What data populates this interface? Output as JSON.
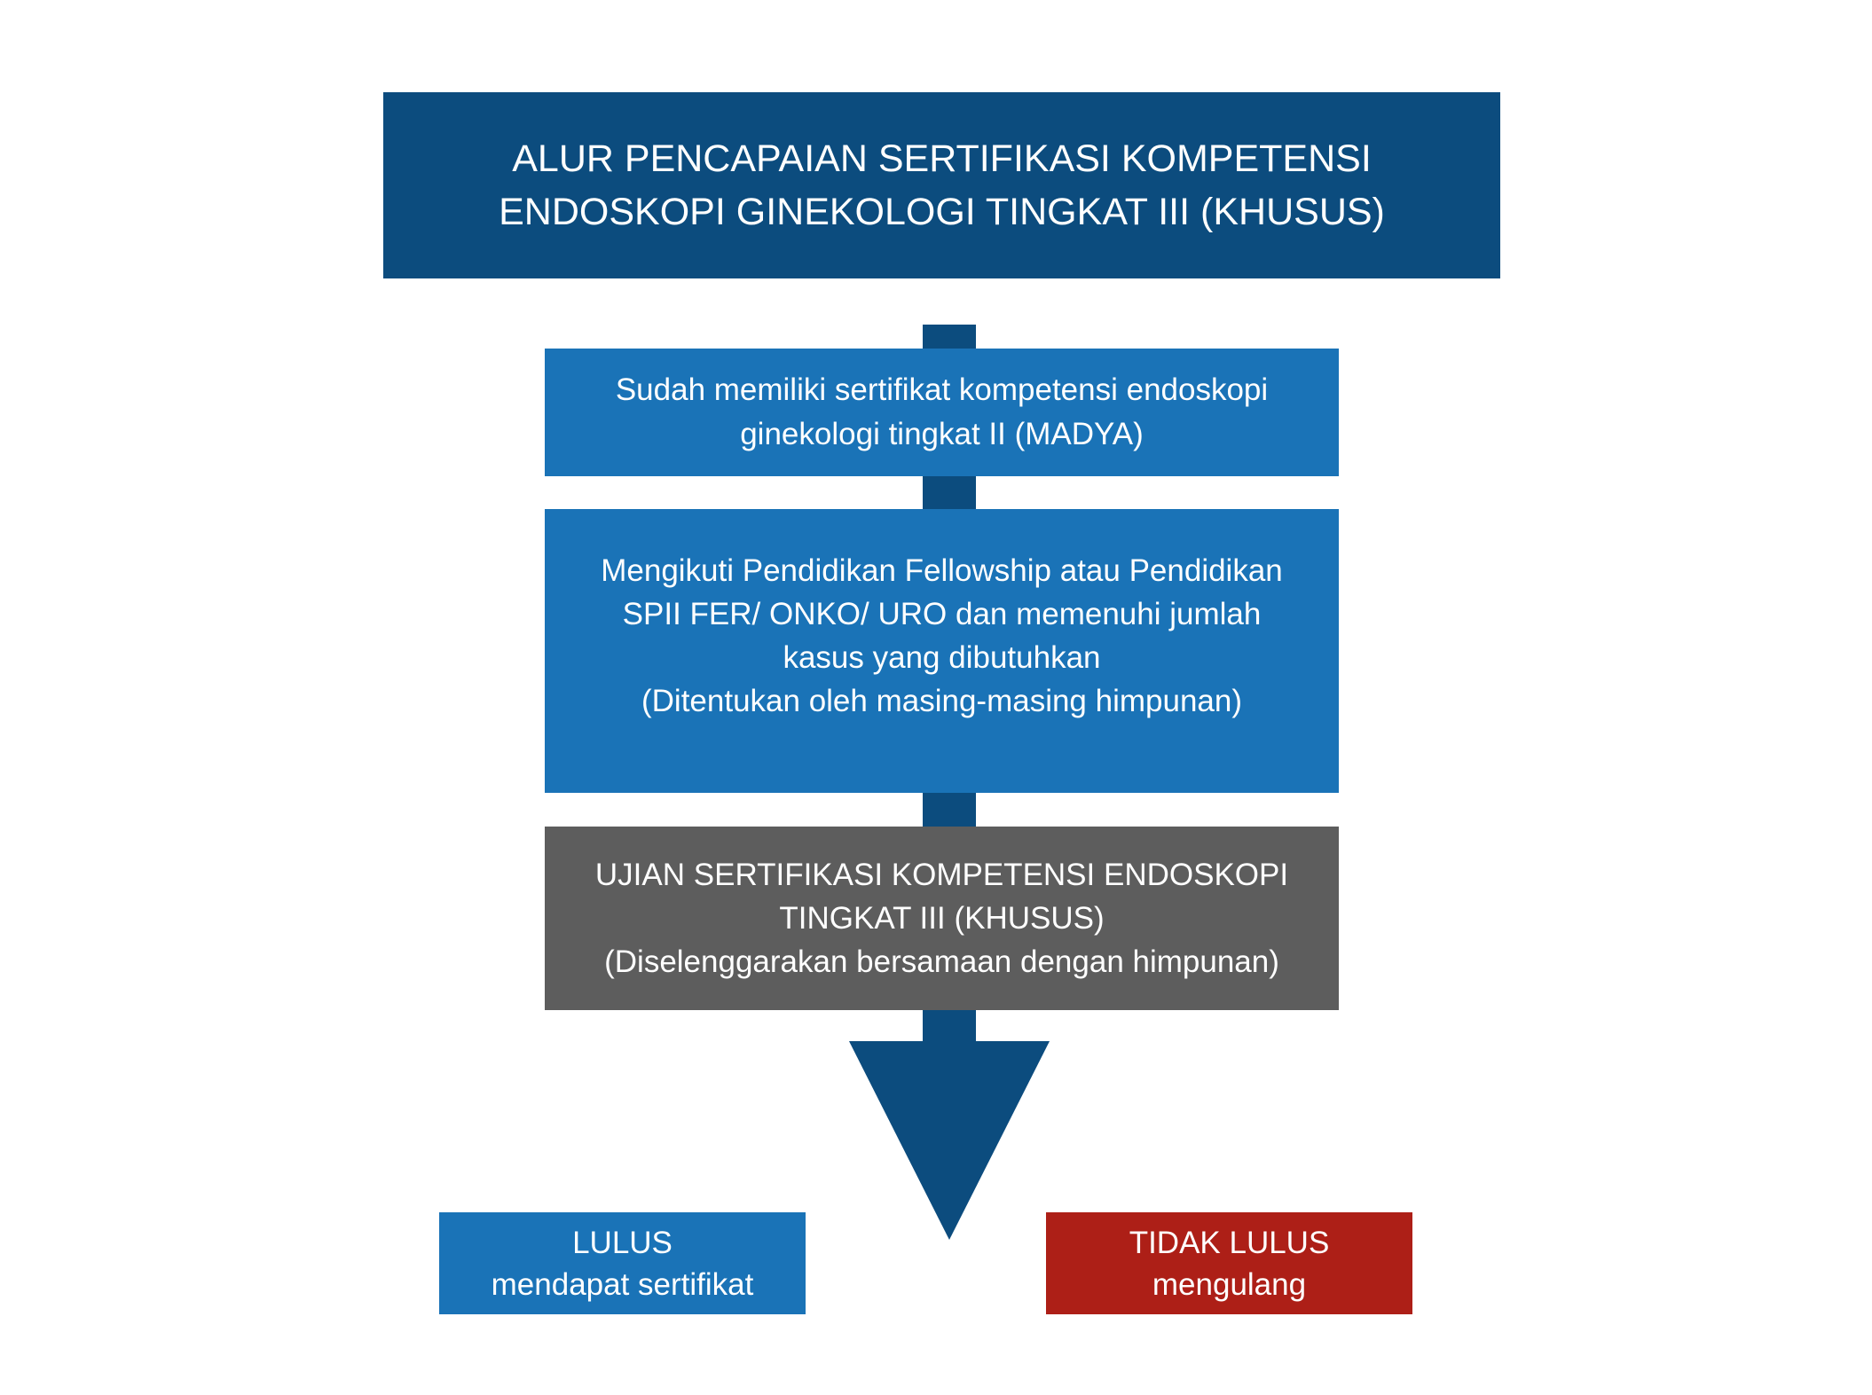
{
  "title": {
    "line1": "ALUR PENCAPAIAN SERTIFIKASI KOMPETENSI",
    "line2": "ENDOSKOPI GINEKOLOGI TINGKAT III (KHUSUS)"
  },
  "steps": [
    {
      "lines": [
        "Sudah memiliki sertifikat kompetensi endoskopi",
        "ginekologi tingkat II (MADYA)"
      ]
    },
    {
      "lines": [
        "Mengikuti Pendidikan Fellowship atau Pendidikan",
        "SPII FER/ ONKO/ URO dan memenuhi jumlah",
        "kasus yang dibutuhkan",
        "(Ditentukan oleh masing-masing himpunan)"
      ]
    },
    {
      "lines": [
        "UJIAN SERTIFIKASI KOMPETENSI ENDOSKOPI",
        "TINGKAT III (KHUSUS)",
        "(Diselenggarakan bersamaan dengan himpunan)"
      ]
    }
  ],
  "outcomes": {
    "pass": {
      "label": "LULUS",
      "detail": "mendapat sertifikat"
    },
    "fail": {
      "label": "TIDAK LULUS",
      "detail": "mengulang"
    }
  },
  "colors": {
    "title_bg": "#0c4c7e",
    "arrow": "#0c4c7e",
    "step_bg": "#1a73b7",
    "exam_bg": "#5d5d5d",
    "pass_bg": "#1a73b7",
    "fail_bg": "#ad1f17",
    "text": "#ffffff"
  }
}
